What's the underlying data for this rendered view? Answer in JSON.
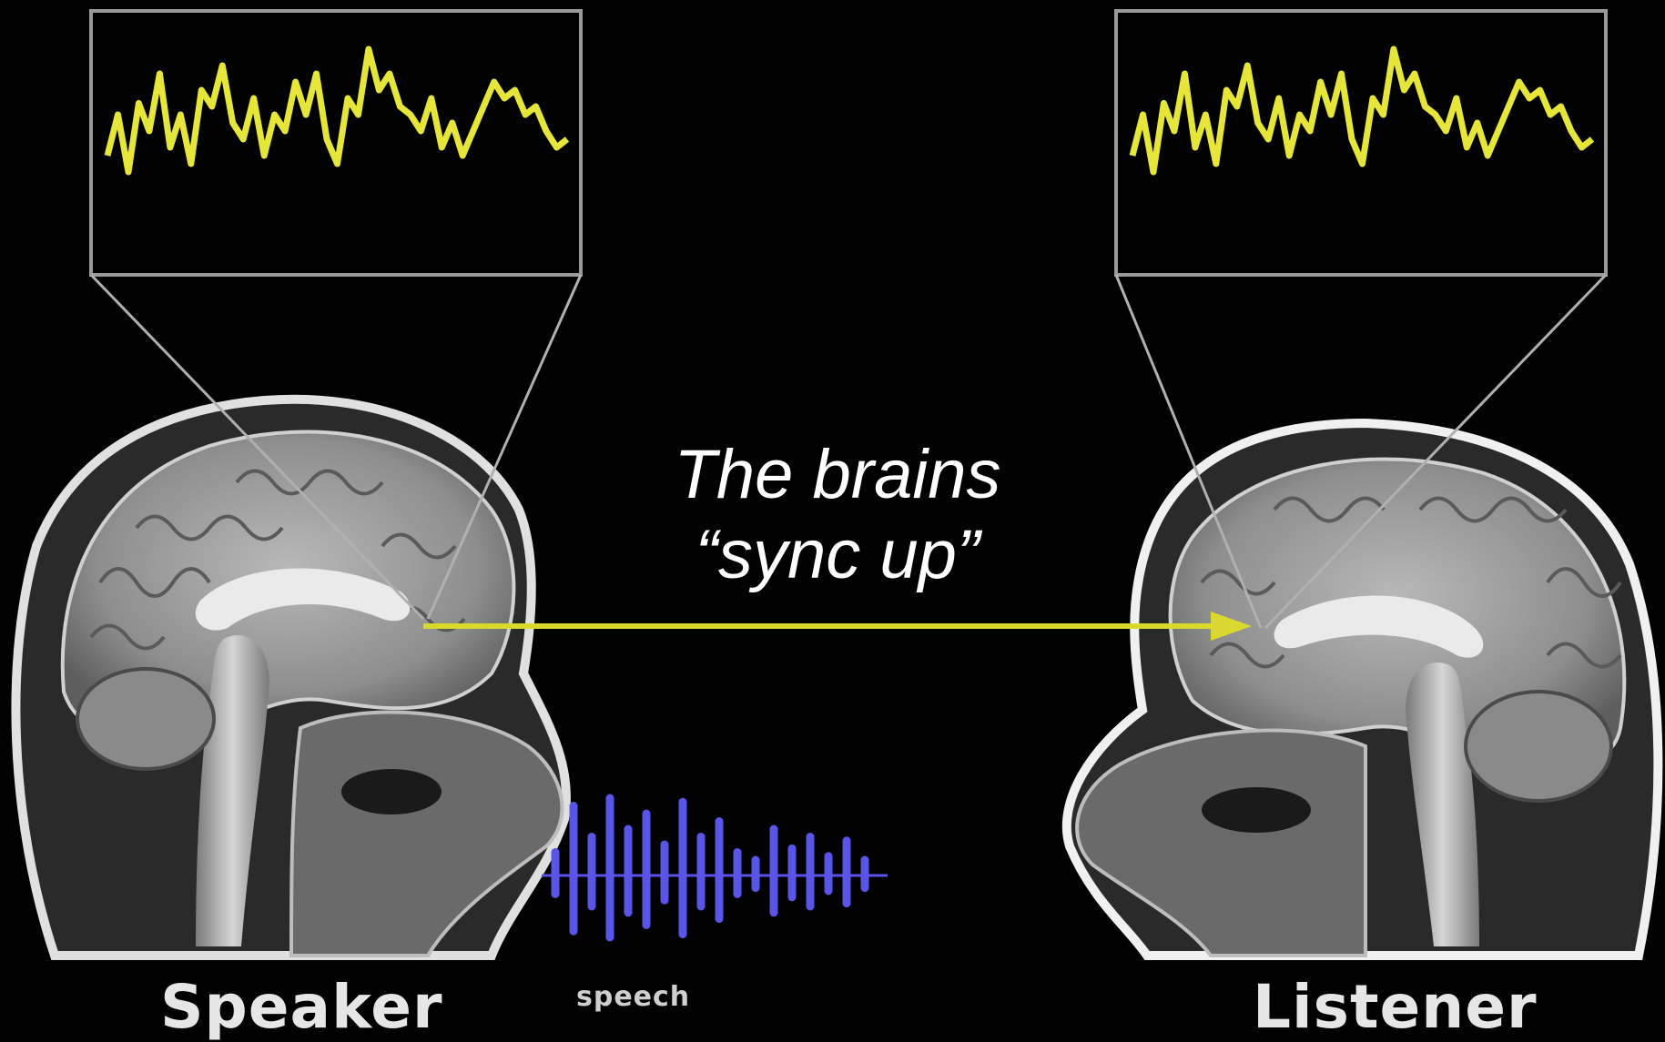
{
  "caption": {
    "line1": "The brains",
    "line2": "“sync up”"
  },
  "labels": {
    "speaker": "Speaker",
    "speech": "speech",
    "listener": "Listener"
  },
  "colors": {
    "background": "#000000",
    "signal": "#e6e63a",
    "arrow": "#d8d82e",
    "speech_wave": "#5a55e8",
    "inset_border": "#9a9a9a",
    "brain_tissue": "#9c9c9c"
  },
  "signal_trace": [
    0.3,
    0.55,
    0.2,
    0.62,
    0.45,
    0.8,
    0.35,
    0.55,
    0.25,
    0.7,
    0.6,
    0.85,
    0.5,
    0.4,
    0.65,
    0.3,
    0.55,
    0.45,
    0.75,
    0.55,
    0.8,
    0.4,
    0.25,
    0.65,
    0.55,
    0.95,
    0.7,
    0.8,
    0.6,
    0.55,
    0.45,
    0.65,
    0.35,
    0.5,
    0.3,
    0.45,
    0.6,
    0.75,
    0.65,
    0.7,
    0.55,
    0.6,
    0.45,
    0.35,
    0.4
  ],
  "speech_wave_levels": [
    0.3,
    0.9,
    0.5,
    1.0,
    0.6,
    0.8,
    0.4,
    0.95,
    0.5,
    0.7,
    0.3,
    0.2,
    0.6,
    0.35,
    0.5,
    0.25,
    0.45,
    0.2
  ]
}
